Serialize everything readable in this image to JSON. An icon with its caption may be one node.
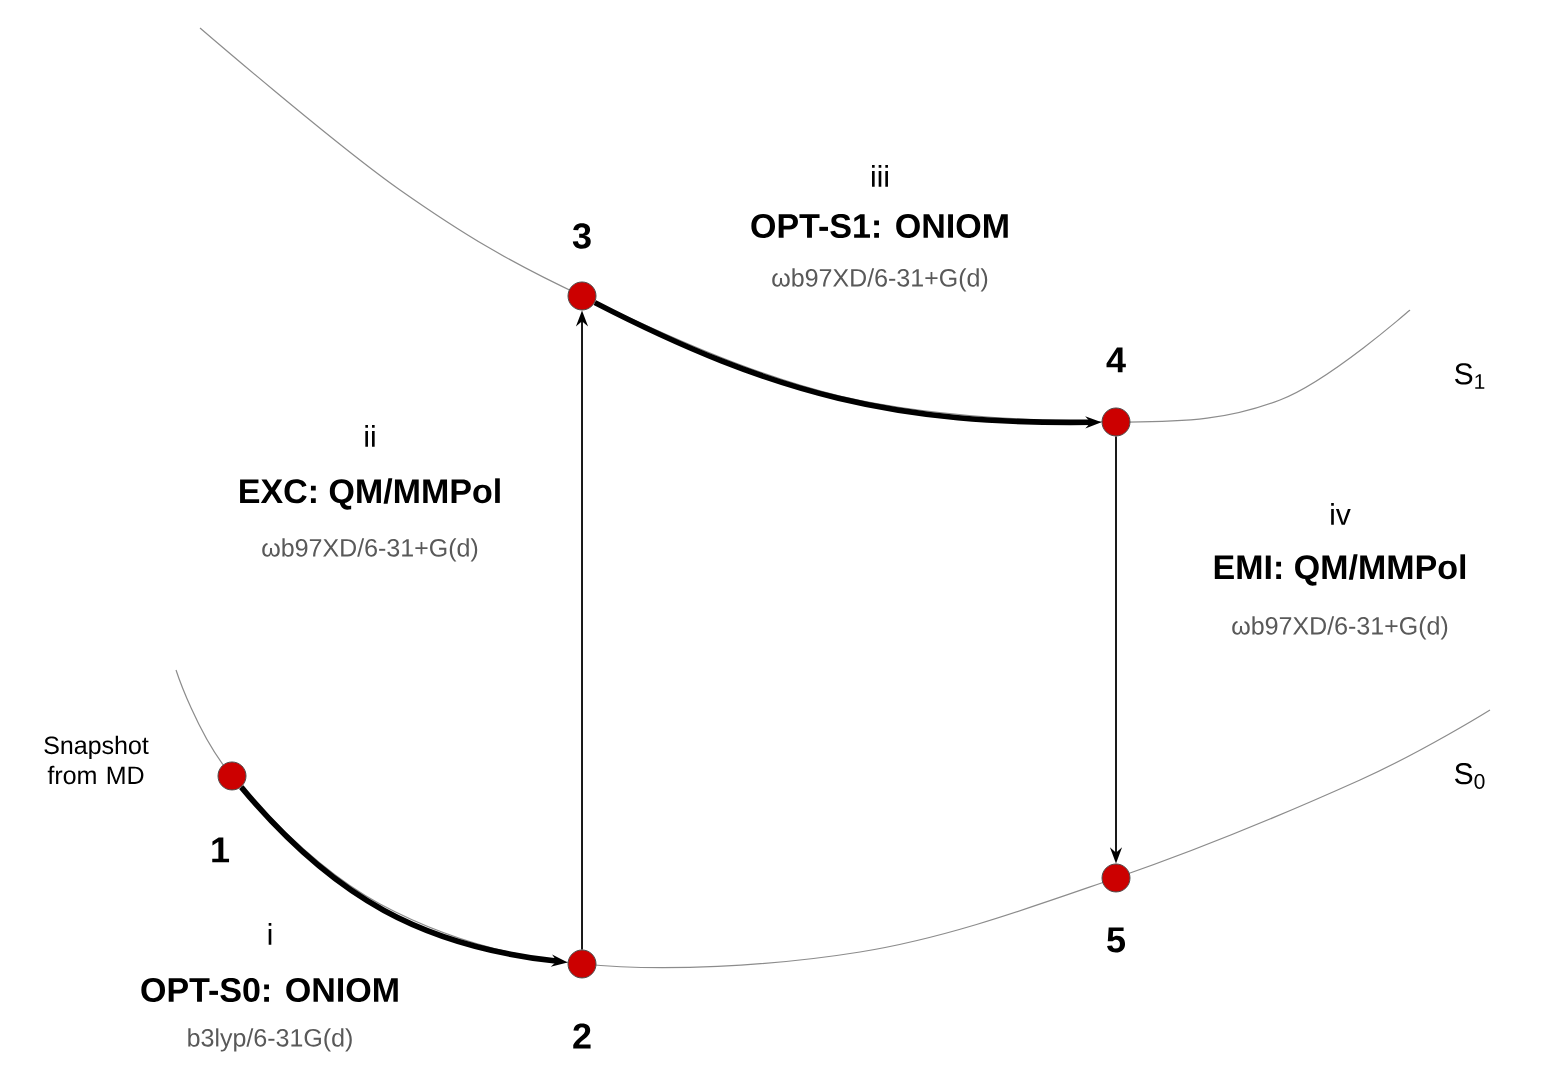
{
  "diagram": {
    "nodes": [
      {
        "text": [],
        "shape": "circle",
        "beside": [
          "Snapshot from MD",
          "1"
        ]
      },
      {
        "text": [],
        "shape": "circle",
        "beside": [
          "2"
        ]
      },
      {
        "text": [],
        "shape": "circle",
        "beside": [
          "3"
        ]
      },
      {
        "text": [],
        "shape": "circle",
        "beside": [
          "4"
        ]
      },
      {
        "text": [],
        "shape": "circle",
        "beside": [
          "5"
        ]
      }
    ],
    "edges": [
      {
        "from": 0,
        "to": 1,
        "arrow": "to",
        "style": "thick"
      },
      {
        "from": 1,
        "to": 2,
        "arrow": "to"
      },
      {
        "from": 2,
        "to": 3,
        "arrow": "to",
        "style": "thick"
      },
      {
        "from": 3,
        "to": 4,
        "arrow": "to"
      }
    ],
    "labels": [
      "iii",
      "OPT-S1: ONIOM",
      "ωb97XD/6-31+G(d)",
      "S$_{1}$",
      "ii",
      "EXC: QM/MMPol",
      "ωb97XD/6-31+G(d)",
      "iv",
      "EMI: QM/MMPol",
      "ωb97XD/6-31+G(d)",
      "S$_{0}$",
      "i",
      "OPT-S0: ONIOM",
      "b3lyp/6-31G(d)"
    ]
  }
}
